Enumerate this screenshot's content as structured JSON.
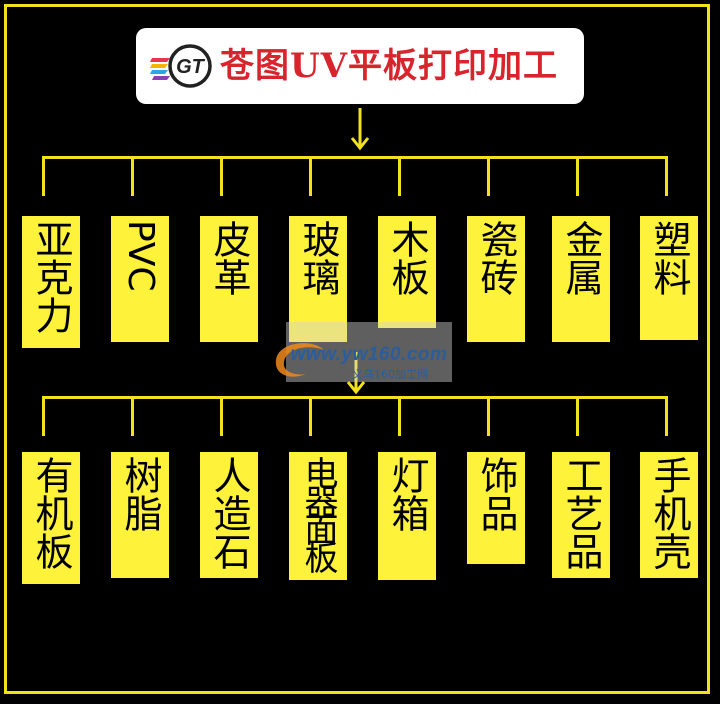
{
  "title": {
    "logo_text": "GT",
    "text": "苍图UV平板打印加工"
  },
  "row1": [
    {
      "label": "亚克力"
    },
    {
      "label": "PVC"
    },
    {
      "label": "皮革"
    },
    {
      "label": "玻璃"
    },
    {
      "label": "木板"
    },
    {
      "label": "瓷砖"
    },
    {
      "label": "金属"
    },
    {
      "label": "塑料"
    }
  ],
  "row2": [
    {
      "label": "有机板"
    },
    {
      "label": "树脂"
    },
    {
      "label": "人造石"
    },
    {
      "label": "电器面板"
    },
    {
      "label": "灯箱"
    },
    {
      "label": "饰品"
    },
    {
      "label": "工艺品"
    },
    {
      "label": "手机壳"
    }
  ],
  "watermark": {
    "url": "www.yw160.com",
    "subtitle": "义乌160加工网"
  },
  "colors": {
    "background": "#000000",
    "accent_yellow": "#f2e21c",
    "card_yellow": "#fff23a",
    "title_red": "#d8242d"
  }
}
